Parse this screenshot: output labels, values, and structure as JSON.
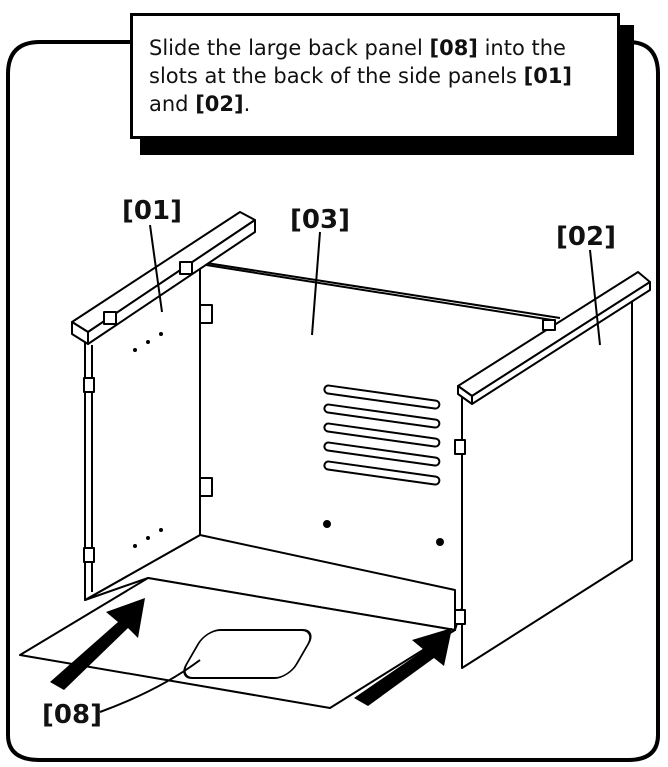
{
  "instruction": {
    "line1_prefix": "Slide the large back panel ",
    "line1_part": "[08]",
    "line1_suffix": " into the",
    "line2_prefix": "slots at the back of the side panels ",
    "line2_part": "[01]",
    "line3_prefix": "and ",
    "line3_part": "[02]",
    "line3_suffix": "."
  },
  "parts": {
    "left_side_panel": "[01]",
    "back_center_panel": "[03]",
    "right_side_panel": "[02]",
    "large_back_panel": "[08]"
  }
}
